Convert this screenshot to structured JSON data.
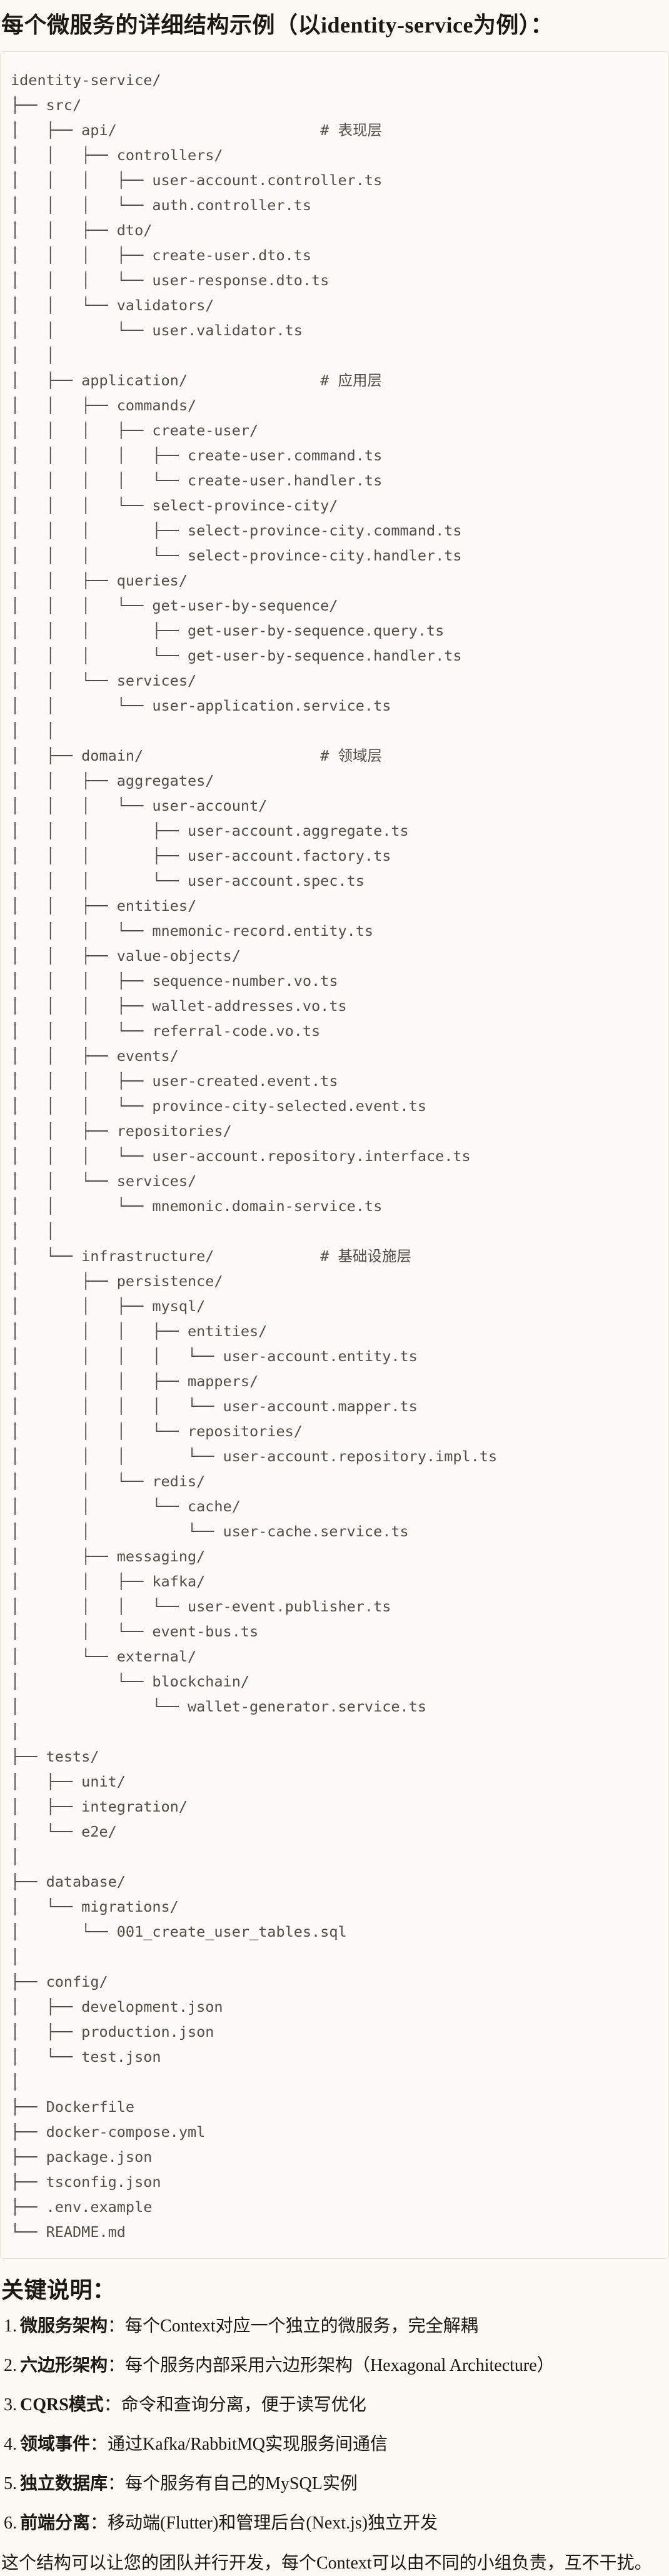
{
  "page": {
    "title": "每个微服务的详细结构示例（以identity-service为例）：",
    "notes_heading": "关键说明：",
    "closing": "这个结构可以让您的团队并行开发，每个Context可以由不同的小组负责，互不干扰。"
  },
  "code_block": {
    "tree_lines": [
      "identity-service/",
      "├── src/",
      "│   ├── api/                       # 表现层",
      "│   │   ├── controllers/",
      "│   │   │   ├── user-account.controller.ts",
      "│   │   │   └── auth.controller.ts",
      "│   │   ├── dto/",
      "│   │   │   ├── create-user.dto.ts",
      "│   │   │   └── user-response.dto.ts",
      "│   │   └── validators/",
      "│   │       └── user.validator.ts",
      "│   │",
      "│   ├── application/               # 应用层",
      "│   │   ├── commands/",
      "│   │   │   ├── create-user/",
      "│   │   │   │   ├── create-user.command.ts",
      "│   │   │   │   └── create-user.handler.ts",
      "│   │   │   └── select-province-city/",
      "│   │   │       ├── select-province-city.command.ts",
      "│   │   │       └── select-province-city.handler.ts",
      "│   │   ├── queries/",
      "│   │   │   └── get-user-by-sequence/",
      "│   │   │       ├── get-user-by-sequence.query.ts",
      "│   │   │       └── get-user-by-sequence.handler.ts",
      "│   │   └── services/",
      "│   │       └── user-application.service.ts",
      "│   │",
      "│   ├── domain/                    # 领域层",
      "│   │   ├── aggregates/",
      "│   │   │   └── user-account/",
      "│   │   │       ├── user-account.aggregate.ts",
      "│   │   │       ├── user-account.factory.ts",
      "│   │   │       └── user-account.spec.ts",
      "│   │   ├── entities/",
      "│   │   │   └── mnemonic-record.entity.ts",
      "│   │   ├── value-objects/",
      "│   │   │   ├── sequence-number.vo.ts",
      "│   │   │   ├── wallet-addresses.vo.ts",
      "│   │   │   └── referral-code.vo.ts",
      "│   │   ├── events/",
      "│   │   │   ├── user-created.event.ts",
      "│   │   │   └── province-city-selected.event.ts",
      "│   │   ├── repositories/",
      "│   │   │   └── user-account.repository.interface.ts",
      "│   │   └── services/",
      "│   │       └── mnemonic.domain-service.ts",
      "│   │",
      "│   └── infrastructure/            # 基础设施层",
      "│       ├── persistence/",
      "│       │   ├── mysql/",
      "│       │   │   ├── entities/",
      "│       │   │   │   └── user-account.entity.ts",
      "│       │   │   ├── mappers/",
      "│       │   │   │   └── user-account.mapper.ts",
      "│       │   │   └── repositories/",
      "│       │   │       └── user-account.repository.impl.ts",
      "│       │   └── redis/",
      "│       │       └── cache/",
      "│       │           └── user-cache.service.ts",
      "│       ├── messaging/",
      "│       │   ├── kafka/",
      "│       │   │   └── user-event.publisher.ts",
      "│       │   └── event-bus.ts",
      "│       └── external/",
      "│           └── blockchain/",
      "│               └── wallet-generator.service.ts",
      "│",
      "├── tests/",
      "│   ├── unit/",
      "│   ├── integration/",
      "│   └── e2e/",
      "│",
      "├── database/",
      "│   └── migrations/",
      "│       └── 001_create_user_tables.sql",
      "│",
      "├── config/",
      "│   ├── development.json",
      "│   ├── production.json",
      "│   └── test.json",
      "│",
      "├── Dockerfile",
      "├── docker-compose.yml",
      "├── package.json",
      "├── tsconfig.json",
      "├── .env.example",
      "└── README.md"
    ]
  },
  "key_points": [
    {
      "num": "1.",
      "term": "微服务架构",
      "text": "：每个Context对应一个独立的微服务，完全解耦"
    },
    {
      "num": "2.",
      "term": "六边形架构",
      "text": "：每个服务内部采用六边形架构（Hexagonal Architecture）"
    },
    {
      "num": "3.",
      "term": "CQRS模式",
      "text": "：命令和查询分离，便于读写优化"
    },
    {
      "num": "4.",
      "term": "领域事件",
      "text": "：通过Kafka/RabbitMQ实现服务间通信"
    },
    {
      "num": "5.",
      "term": "独立数据库",
      "text": "：每个服务有自己的MySQL实例"
    },
    {
      "num": "6.",
      "term": "前端分离",
      "text": "：移动端(Flutter)和管理后台(Next.js)独立开发"
    }
  ]
}
